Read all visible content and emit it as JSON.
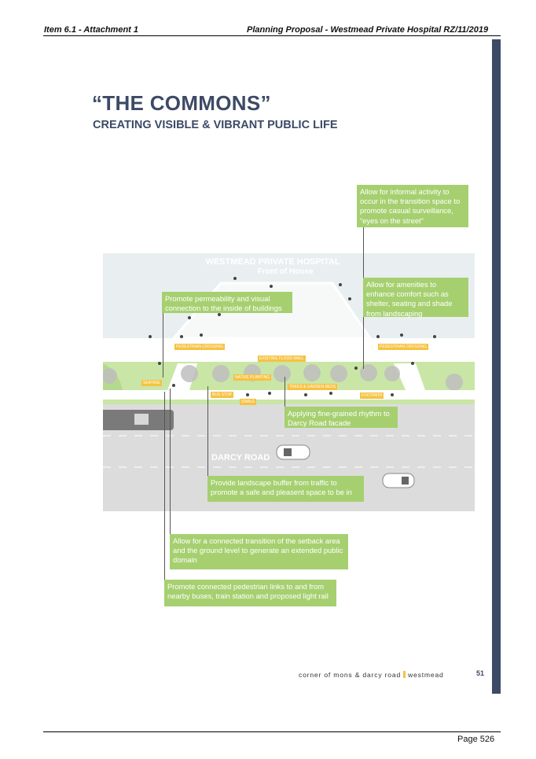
{
  "header": {
    "left": "Item 6.1 - Attachment 1",
    "right": "Planning Proposal - Westmead Private Hospital RZ/11/2019"
  },
  "title": "“THE COMMONS”",
  "subtitle": "CREATING VISIBLE & VIBRANT PUBLIC LIFE",
  "map_labels": {
    "building_name": "WESTMEAD PRIVATE HOSPITAL",
    "building_sub": "Front of House",
    "road": "DARCY ROAD"
  },
  "tags": {
    "ped_left": "PEDESTRIAN CROSSING",
    "ped_right": "PEDESTRIAN CROSSING",
    "flood_wall": "EXISTING FLOOD WALL",
    "native_planting": "NATIVE PLANTING",
    "trees_garden": "TREES & GARDEN BEDS",
    "seating": "SEATING",
    "bus_stop": "BUS STOP",
    "swale": "SWALE",
    "footpath": "FOOTPATH"
  },
  "callouts": {
    "informal_activity": "Allow for informal activity to occur in the transition space to promote casual surveillance, “eyes on the street”",
    "amenities": "Allow for amenities to enhance comfort such as shelter, seating and shade from landscaping",
    "permeability": "Promote permeability and visual connection to the inside of buildings",
    "rhythm": "Applying fine-grained rhythm to Darcy Road facade",
    "buffer": "Provide landscape buffer from traffic to promote a safe and pleasent space to be in",
    "transition": "Allow for a connected transition of the setback area and the ground level to generate an extended public domain",
    "pedestrian_links": "Promote connected pedestrian links to and from nearby buses, train station and proposed light rail"
  },
  "footer": {
    "left_text": "corner of mons & darcy road",
    "right_text": "westmead",
    "page_number": "51",
    "page_label": "Page 526"
  },
  "colors": {
    "navy": "#3d4a66",
    "green": "#a6d070",
    "yellow": "#f6c242",
    "road": "#dcdcdc"
  }
}
